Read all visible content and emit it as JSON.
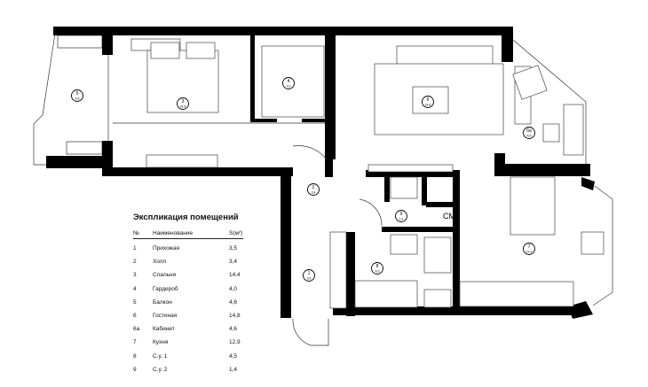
{
  "legend": {
    "title": "Экспликация помещений",
    "headers": [
      "№",
      "Наименование",
      "S(м²)"
    ],
    "rows": [
      {
        "no": "1",
        "name": "Прихожая",
        "area": "3,5"
      },
      {
        "no": "2",
        "name": "Холл",
        "area": "3,4"
      },
      {
        "no": "3",
        "name": "Спальня",
        "area": "14,4"
      },
      {
        "no": "4",
        "name": "Гардероб",
        "area": "4,0"
      },
      {
        "no": "5",
        "name": "Балкон",
        "area": "4,6"
      },
      {
        "no": "6",
        "name": "Гостиная",
        "area": "14,8"
      },
      {
        "no": "6а",
        "name": "Кабинет",
        "area": "4,6"
      },
      {
        "no": "7",
        "name": "Кухня",
        "area": "12,9"
      },
      {
        "no": "8",
        "name": "С.у. 1",
        "area": "4,5"
      },
      {
        "no": "9",
        "name": "С.у. 2",
        "area": "1,4"
      }
    ]
  },
  "plan": {
    "markers": [
      {
        "no": "5",
        "area": "4,6"
      },
      {
        "no": "3",
        "area": "14,4"
      },
      {
        "no": "4",
        "area": "4,0"
      },
      {
        "no": "6",
        "area": "14,8"
      },
      {
        "no": "6а",
        "area": "4,6"
      },
      {
        "no": "2",
        "area": "3,4"
      },
      {
        "no": "9",
        "area": "1,4"
      },
      {
        "no": "7",
        "area": "12,9"
      },
      {
        "no": "1",
        "area": "3,5"
      },
      {
        "no": "8",
        "area": "4,5"
      }
    ],
    "washer_label": "СМ"
  }
}
